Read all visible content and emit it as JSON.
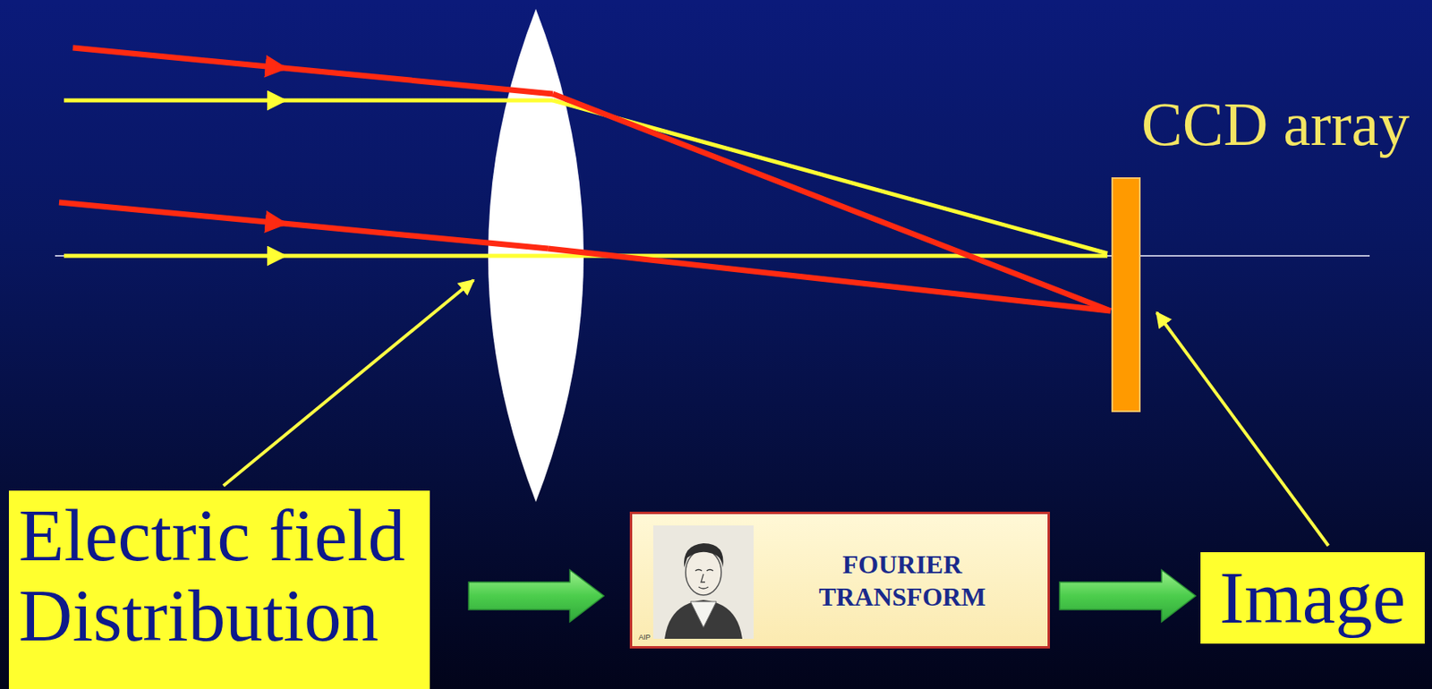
{
  "diagram": {
    "nodes": [
      {
        "text": [
          "Electric field Distribution"
        ]
      },
      {
        "text": [
          "FOURIER TRANSFORM"
        ]
      },
      {
        "text": [
          "Image"
        ]
      }
    ],
    "edges": [
      {
        "from": 0,
        "to": 1,
        "arrow": "to"
      },
      {
        "from": 1,
        "to": 2,
        "arrow": "to"
      }
    ],
    "labels": [
      "CCD array",
      "AIP"
    ]
  }
}
